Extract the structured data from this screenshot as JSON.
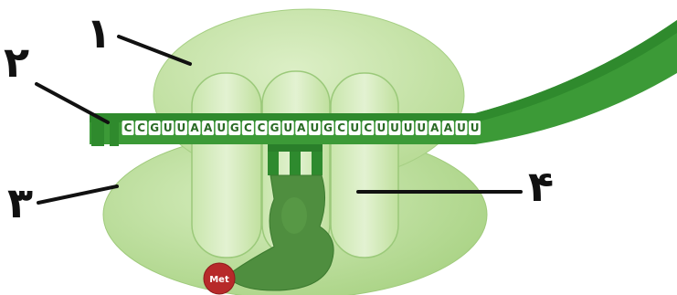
{
  "labels": {
    "one": "۱",
    "two": "۲",
    "three": "۳",
    "four": "۴"
  },
  "mrna_bases": [
    "C",
    "C",
    "G",
    "U",
    "U",
    "A",
    "A",
    "U",
    "G",
    "C",
    "C",
    "G",
    "U",
    "A",
    "U",
    "G",
    "C",
    "U",
    "C",
    "U",
    "U",
    "U",
    "U",
    "A",
    "A",
    "U",
    "U"
  ],
  "met_label": "Met",
  "colors": {
    "large_subunit": "#c5e3a2",
    "small_subunit": "#b7dc96",
    "mrna": "#3c9a37",
    "trna": "#4f8e3f",
    "met": "#b72a2a"
  }
}
